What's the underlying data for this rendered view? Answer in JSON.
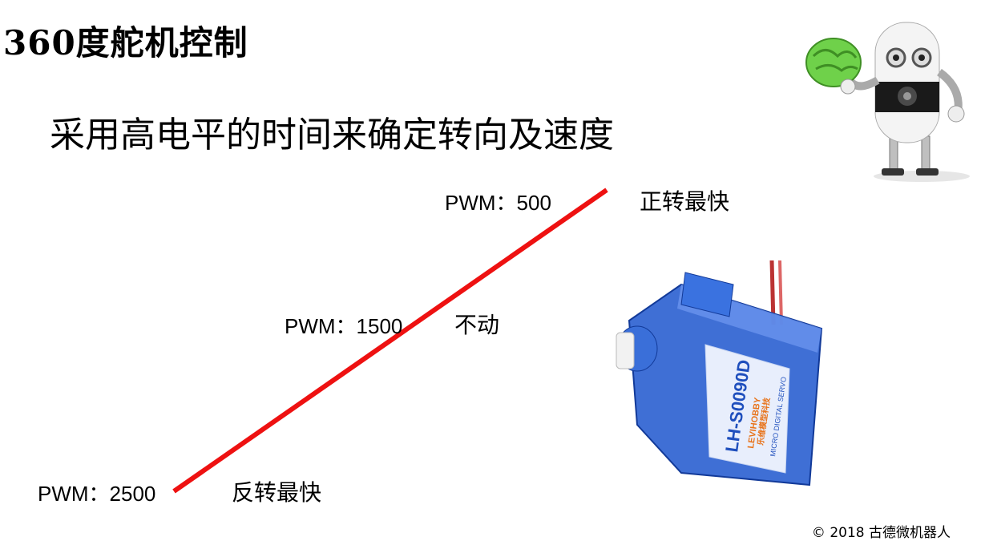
{
  "slide": {
    "title": "360度舵机控制",
    "subtitle": "采用高电平的时间来确定转向及速度"
  },
  "pwm_points": [
    {
      "pwm": "PWM：500",
      "meaning": "正转最快"
    },
    {
      "pwm": "PWM：1500",
      "meaning": "不动"
    },
    {
      "pwm": "PWM：2500",
      "meaning": "反转最快"
    }
  ],
  "servo": {
    "model": "LH-S0090D",
    "brand": "LEVIHOBBY",
    "brand_cn": "乐维模型科技",
    "type": "MICRO DIGITAL SERVO"
  },
  "footer": {
    "copyright": "© 2018 古德微机器人"
  },
  "colors": {
    "line": "#ee1111",
    "servo_body": "#2a5fd0",
    "brain": "#6fd14a"
  }
}
